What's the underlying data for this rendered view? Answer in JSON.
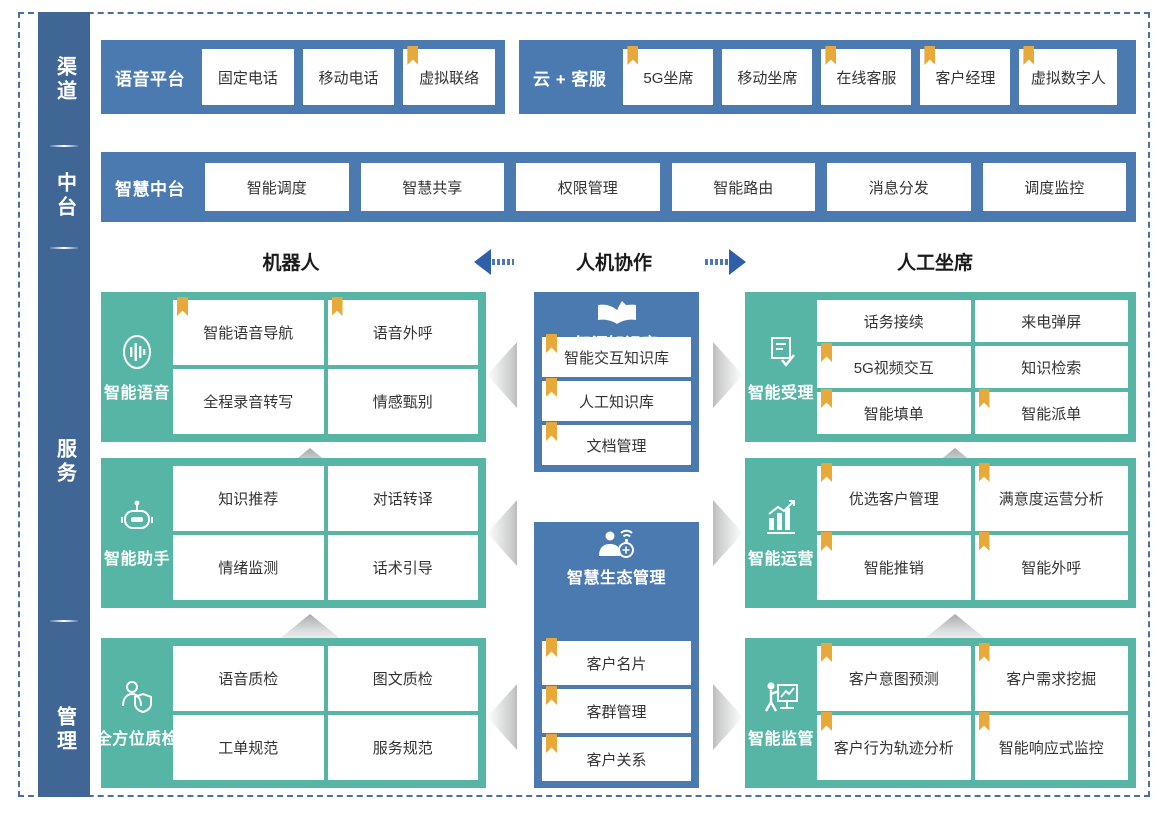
{
  "rail": {
    "sections": [
      {
        "label": "渠道"
      },
      {
        "label": "中台"
      },
      {
        "label": "服务"
      },
      {
        "label": "管理"
      }
    ]
  },
  "channel_layer": {
    "groups": [
      {
        "title": "语音平台",
        "items": [
          {
            "label": "固定电话",
            "flag": false
          },
          {
            "label": "移动电话",
            "flag": false
          },
          {
            "label": "虚拟联络",
            "flag": true
          }
        ]
      },
      {
        "title": "云 + 客服",
        "items": [
          {
            "label": "5G坐席",
            "flag": true
          },
          {
            "label": "移动坐席",
            "flag": false
          },
          {
            "label": "在线客服",
            "flag": true
          },
          {
            "label": "客户经理",
            "flag": true
          },
          {
            "label": "虚拟数字人",
            "flag": true
          }
        ]
      }
    ]
  },
  "platform_layer": {
    "title": "智慧中台",
    "items": [
      {
        "label": "智能调度",
        "flag": false
      },
      {
        "label": "智慧共享",
        "flag": false
      },
      {
        "label": "权限管理",
        "flag": false
      },
      {
        "label": "智能路由",
        "flag": false
      },
      {
        "label": "消息分发",
        "flag": false
      },
      {
        "label": "调度监控",
        "flag": false
      }
    ]
  },
  "column_headers": {
    "left": "机器人",
    "center": "人机协作",
    "right": "人工坐席"
  },
  "left_column": {
    "groups": [
      {
        "name": "智能语音",
        "icon": "voice-wave-icon",
        "items": [
          {
            "label": "智能语音导航",
            "flag": true
          },
          {
            "label": "语音外呼",
            "flag": true
          },
          {
            "label": "全程录音转写",
            "flag": false
          },
          {
            "label": "情感甄别",
            "flag": false
          }
        ]
      },
      {
        "name": "智能助手",
        "icon": "robot-icon",
        "items": [
          {
            "label": "知识推荐",
            "flag": false
          },
          {
            "label": "对话转译",
            "flag": false
          },
          {
            "label": "情绪监测",
            "flag": false
          },
          {
            "label": "话术引导",
            "flag": false
          }
        ]
      },
      {
        "name": "全方位质检",
        "icon": "person-shield-icon",
        "items": [
          {
            "label": "语音质检",
            "flag": false
          },
          {
            "label": "图文质检",
            "flag": false
          },
          {
            "label": "工单规范",
            "flag": false
          },
          {
            "label": "服务规范",
            "flag": false
          }
        ]
      }
    ]
  },
  "center_column": {
    "groups": [
      {
        "name": "智汇知识库",
        "icon": "open-book-pen-icon",
        "items": [
          {
            "label": "智能交互知识库",
            "flag": true
          },
          {
            "label": "人工知识库",
            "flag": true
          },
          {
            "label": "文档管理",
            "flag": true
          }
        ]
      },
      {
        "name": "智慧生态管理",
        "icon": "person-network-icon",
        "items": [
          {
            "label": "客户名片",
            "flag": true
          },
          {
            "label": "客群管理",
            "flag": true
          },
          {
            "label": "客户关系",
            "flag": true
          }
        ]
      }
    ]
  },
  "right_column": {
    "groups": [
      {
        "name": "智能受理",
        "icon": "document-check-icon",
        "items": [
          {
            "label": "话务接续",
            "flag": false
          },
          {
            "label": "来电弹屏",
            "flag": false
          },
          {
            "label": "5G视频交互",
            "flag": true
          },
          {
            "label": "知识检索",
            "flag": false
          },
          {
            "label": "智能填单",
            "flag": true
          },
          {
            "label": "智能派单",
            "flag": true
          }
        ]
      },
      {
        "name": "智能运营",
        "icon": "bar-chart-trend-icon",
        "items": [
          {
            "label": "优选客户管理",
            "flag": true
          },
          {
            "label": "满意度运营分析",
            "flag": true
          },
          {
            "label": "智能推销",
            "flag": true
          },
          {
            "label": "智能外呼",
            "flag": true
          }
        ]
      },
      {
        "name": "智能监管",
        "icon": "presenter-board-icon",
        "items": [
          {
            "label": "客户意图预测",
            "flag": true
          },
          {
            "label": "客户需求挖掘",
            "flag": true
          },
          {
            "label": "客户行为轨迹分析",
            "flag": true
          },
          {
            "label": "智能响应式监控",
            "flag": true
          }
        ]
      }
    ]
  },
  "colors": {
    "rail_blue": "#3f6694",
    "band_blue": "#4a7ab0",
    "teal": "#57b5a6",
    "flag_gold": "#e8a93b",
    "arrow_blue": "#2f5fa8",
    "connector_gray": "#c9cbcd"
  }
}
